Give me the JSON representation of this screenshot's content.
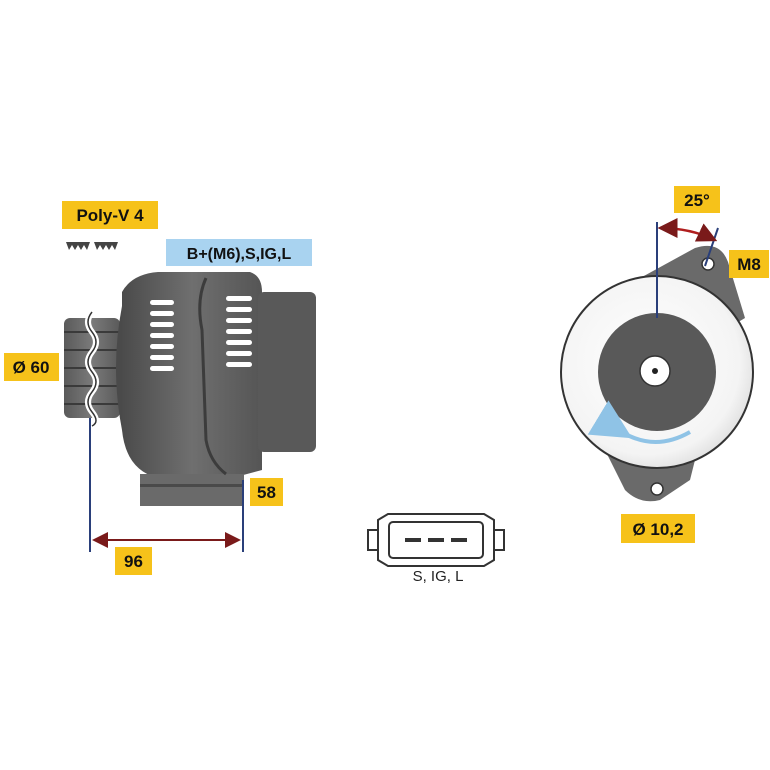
{
  "labels": {
    "pulley": "Poly-V 4",
    "terminals": "B+(M6),S,IG,L",
    "pulley_diameter": "Ø 60",
    "length": "96",
    "depth": "58",
    "mount_angle": "25°",
    "mount_thread": "M8",
    "hole_diameter": "Ø 10,2",
    "connector_pins": "S,  IG,  L"
  },
  "colors": {
    "label_background": "#f6c21a",
    "terminal_label_background": "#a9d3f0",
    "housing_dark": "#565656",
    "housing_mid": "#6e6e6e",
    "dimension_line": "#2a3f7a",
    "angle_arc": "#b01e1e",
    "rotation_arrow": "#8fc3e6"
  }
}
